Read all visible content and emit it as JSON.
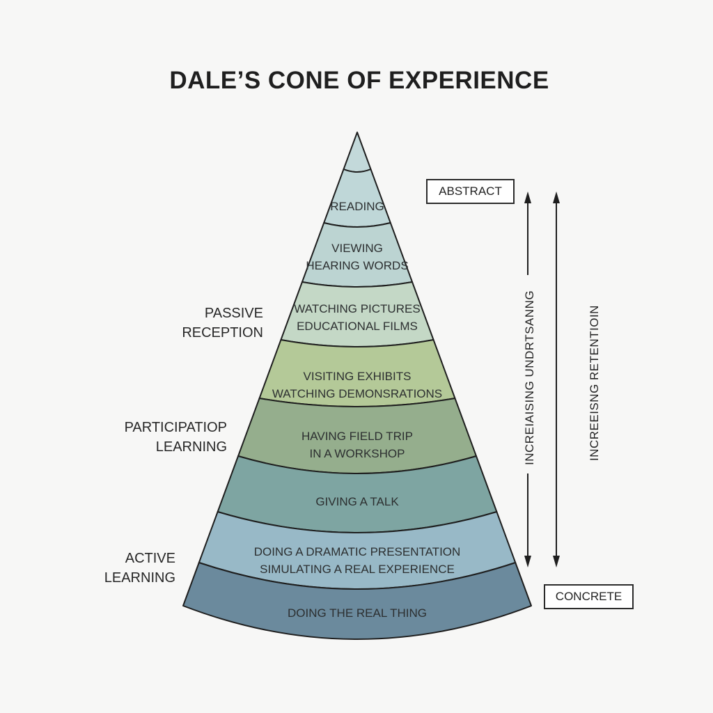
{
  "title": "DALE’S CONE OF EXPERIENCE",
  "layers": [
    {
      "lines": [
        ""
      ],
      "color": "#c3d9da"
    },
    {
      "lines": [
        "READING"
      ],
      "color": "#bfd7d8"
    },
    {
      "lines": [
        "VIEWING",
        "HEARING WORDS"
      ],
      "color": "#bcd4d2"
    },
    {
      "lines": [
        "WATCHING PICTURES",
        "EDUCATIONAL FILMS"
      ],
      "color": "#c4d8c6"
    },
    {
      "lines": [
        "VISITING EXHIBITS",
        "WATCHING DEMONSRATIONS"
      ],
      "color": "#b4c998"
    },
    {
      "lines": [
        "HAVING FIELD TRIP",
        "IN A WORKSHOP"
      ],
      "color": "#95ae8d"
    },
    {
      "lines": [
        "GIVING A TALK"
      ],
      "color": "#7ea5a2"
    },
    {
      "lines": [
        "DOING A DRAMATIC PRESENTATION",
        "SIMULATING A REAL EXPERIENCE"
      ],
      "color": "#98b9c7"
    },
    {
      "lines": [
        "DOING THE REAL THING"
      ],
      "color": "#6b8a9d"
    }
  ],
  "side_labels": {
    "passive": [
      "PASSIVE",
      "RECEPTION"
    ],
    "participation": [
      "PARTICIPATIOP",
      "LEARNING"
    ],
    "active": [
      "ACTIVE",
      "LEARNING"
    ]
  },
  "boxes": {
    "abstract": "ABSTRACT",
    "concrete": "CONCRETE"
  },
  "arrows": {
    "understanding": "INCREIAISING UNDRTSANNG",
    "retention": "INCREEISNG RETENTIOIN"
  },
  "colors": {
    "outline": "#1e1e1e",
    "background": "#f7f7f6"
  }
}
